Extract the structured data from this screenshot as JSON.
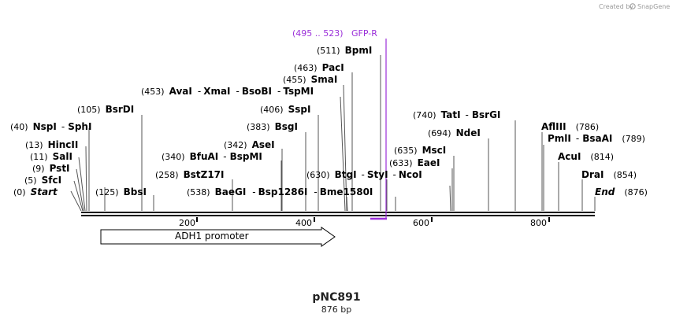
{
  "credit": {
    "created_by": "Created by",
    "brand": "SnapGene"
  },
  "plasmid": {
    "name": "pNC891",
    "length": "876 bp"
  },
  "axis_ticks": [
    "200",
    "400",
    "600",
    "800"
  ],
  "feature": {
    "label": "ADH1 promoter"
  },
  "primer": {
    "range": "(495 .. 523)",
    "name": "GFP-R"
  },
  "sites": {
    "start": {
      "pos": "(0)",
      "name": "Start"
    },
    "sfci": {
      "pos": "(5)",
      "name": "SfcI"
    },
    "psti": {
      "pos": "(9)",
      "name": "PstI"
    },
    "sali": {
      "pos": "(11)",
      "name": "SalI"
    },
    "hincii": {
      "pos": "(13)",
      "name": "HincII"
    },
    "nspi_sphi": {
      "pos": "(40)",
      "name1": "NspI",
      "sep": "-",
      "name2": "SphI"
    },
    "bsrdi": {
      "pos": "(105)",
      "name": "BsrDI"
    },
    "bbsi": {
      "pos": "(125)",
      "name": "BbsI"
    },
    "bstz17i": {
      "pos": "(258)",
      "name": "BstZ17I"
    },
    "bfuai_bspmi": {
      "pos": "(340)",
      "name1": "BfuAI",
      "sep": "-",
      "name2": "BspMI"
    },
    "asei": {
      "pos": "(342)",
      "name": "AseI"
    },
    "bsgi": {
      "pos": "(383)",
      "name": "BsgI"
    },
    "sspi": {
      "pos": "(406)",
      "name": "SspI"
    },
    "avai_group": {
      "pos": "(453)",
      "name1": "AvaI",
      "name2": "XmaI",
      "name3": "BsoBI",
      "name4": "TspMI",
      "sep": "-"
    },
    "smai": {
      "pos": "(455)",
      "name": "SmaI"
    },
    "paci": {
      "pos": "(463)",
      "name": "PacI"
    },
    "bpmi": {
      "pos": "(511)",
      "name": "BpmI"
    },
    "baegi_group": {
      "pos": "(538)",
      "name1": "BaeGI",
      "name2": "Bsp1286I",
      "name3": "Bme1580I",
      "sep": "-"
    },
    "btgi_group": {
      "pos": "(630)",
      "name1": "BtgI",
      "name2": "StyI",
      "name3": "NcoI",
      "sep": "-"
    },
    "eaei": {
      "pos": "(633)",
      "name": "EaeI"
    },
    "msci": {
      "pos": "(635)",
      "name": "MscI"
    },
    "ndei": {
      "pos": "(694)",
      "name": "NdeI"
    },
    "tati_bsrgi": {
      "pos": "(740)",
      "name1": "TatI",
      "sep": "-",
      "name2": "BsrGI"
    },
    "afliii": {
      "pos": "(786)",
      "name": "AflIII"
    },
    "pmli_bsaai": {
      "pos": "(789)",
      "name1": "PmlI",
      "sep": "-",
      "name2": "BsaAI"
    },
    "acui": {
      "pos": "(814)",
      "name": "AcuI"
    },
    "drai": {
      "pos": "(854)",
      "name": "DraI"
    },
    "end": {
      "pos": "(876)",
      "name": "End"
    }
  },
  "colors": {
    "primer": "#9b30d9",
    "backbone": "#000000",
    "leader": "#555555"
  }
}
